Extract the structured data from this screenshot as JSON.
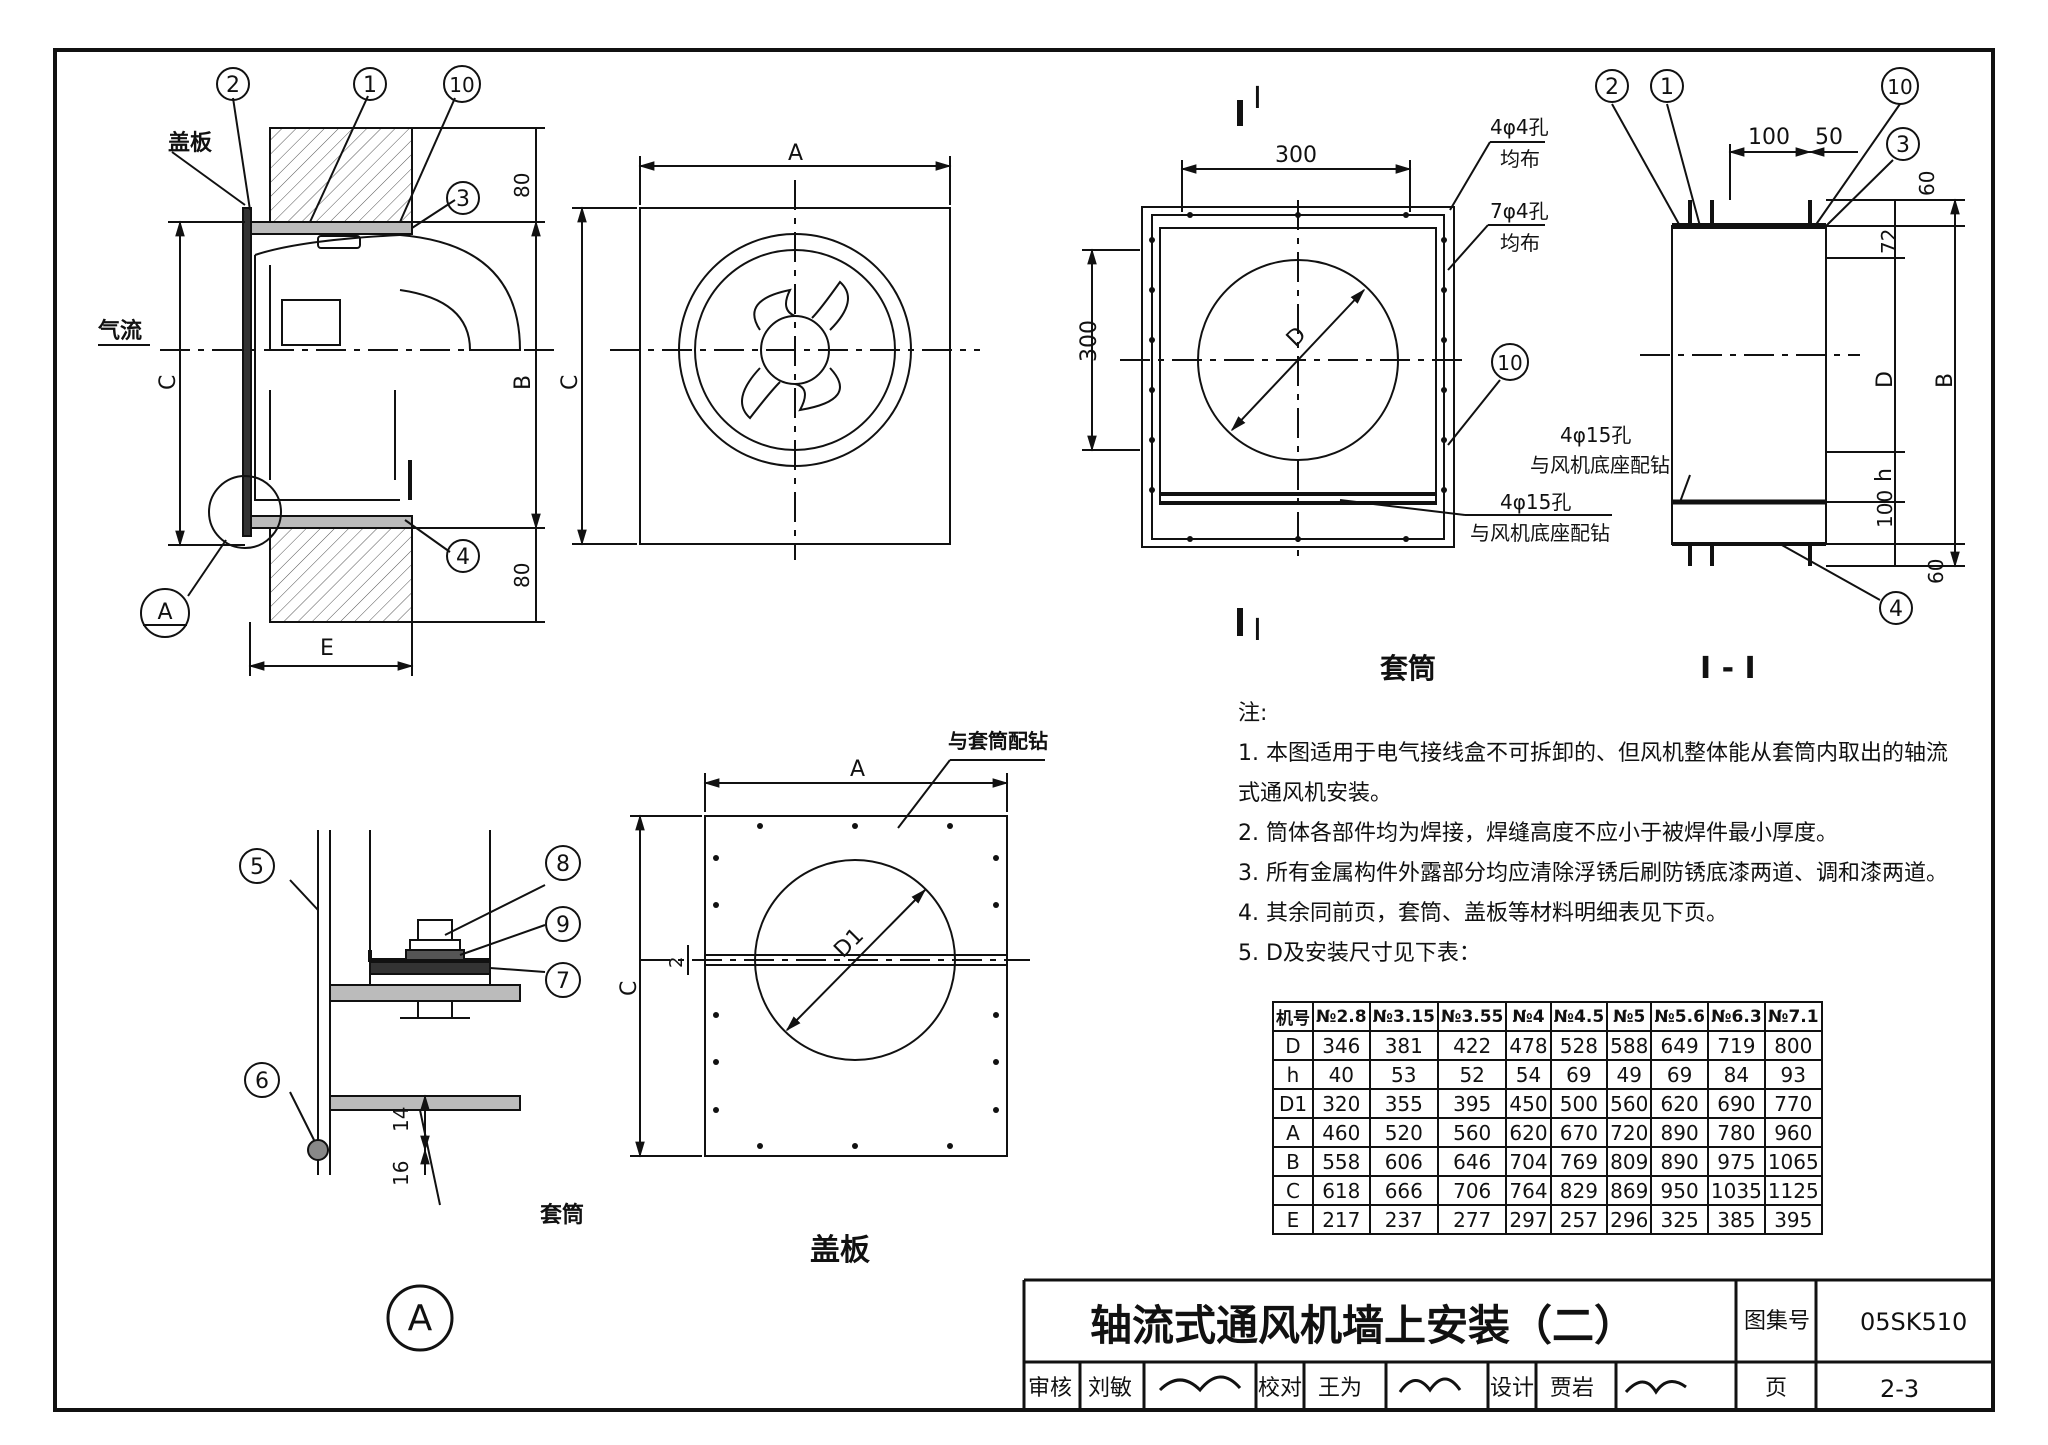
{
  "labels": {
    "cover_plate_side": "盖板",
    "airflow": "气流",
    "sleeve_label": "套筒",
    "drill_with_sleeve": "与套筒配钻",
    "cover_plate_title": "盖板",
    "sleeve_title": "套筒",
    "section_title": "I - I",
    "section_mark": "I",
    "detail_mark": "A",
    "holes_4": "4φ4孔",
    "holes_7": "7φ4孔",
    "evenly": "均布",
    "holes_15": "4φ15孔",
    "drill_with_base": "与风机底座配钻"
  },
  "callouts": [
    "1",
    "2",
    "3",
    "4",
    "5",
    "6",
    "7",
    "8",
    "9",
    "10"
  ],
  "dims": {
    "A": "A",
    "B": "B",
    "C": "C",
    "D": "D",
    "E": "E",
    "D1": "D1",
    "h": "h",
    "d80": "80",
    "d300": "300",
    "d100": "100",
    "d50": "50",
    "d60": "60",
    "d72": "72",
    "d2": "2",
    "d14": "14",
    "d16": "16"
  },
  "notes": {
    "heading": "注:",
    "items": [
      "1. 本图适用于电气接线盒不可拆卸的、但风机整体能从套筒内取出的轴流",
      "式通风机安装。",
      "2. 筒体各部件均为焊接，焊缝高度不应小于被焊件最小厚度。",
      "3. 所有金属构件外露部分均应清除浮锈后刷防锈底漆两道、调和漆两道。",
      "4. 其余同前页，套筒、盖板等材料明细表见下页。",
      "5. D及安装尺寸见下表："
    ]
  },
  "table": {
    "header": [
      "机号",
      "№2.8",
      "№3.15",
      "№3.55",
      "№4",
      "№4.5",
      "№5",
      "№5.6",
      "№6.3",
      "№7.1"
    ],
    "rows": [
      [
        "D",
        "346",
        "381",
        "422",
        "478",
        "528",
        "588",
        "649",
        "719",
        "800"
      ],
      [
        "h",
        "40",
        "53",
        "52",
        "54",
        "69",
        "49",
        "69",
        "84",
        "93"
      ],
      [
        "D1",
        "320",
        "355",
        "395",
        "450",
        "500",
        "560",
        "620",
        "690",
        "770"
      ],
      [
        "A",
        "460",
        "520",
        "560",
        "620",
        "670",
        "720",
        "890",
        "780",
        "960"
      ],
      [
        "B",
        "558",
        "606",
        "646",
        "704",
        "769",
        "809",
        "890",
        "975",
        "1065"
      ],
      [
        "C",
        "618",
        "666",
        "706",
        "764",
        "829",
        "869",
        "950",
        "1035",
        "1125"
      ],
      [
        "E",
        "217",
        "237",
        "277",
        "297",
        "257",
        "296",
        "325",
        "385",
        "395"
      ]
    ]
  },
  "title_block": {
    "title": "轴流式通风机墙上安装（二）",
    "atlas_label": "图集号",
    "atlas_no": "05SK510",
    "page_label": "页",
    "page_no": "2-3",
    "review_label": "审核",
    "reviewer": "刘敏",
    "check_label": "校对",
    "checker": "王为",
    "design_label": "设计",
    "designer": "贾岩"
  }
}
